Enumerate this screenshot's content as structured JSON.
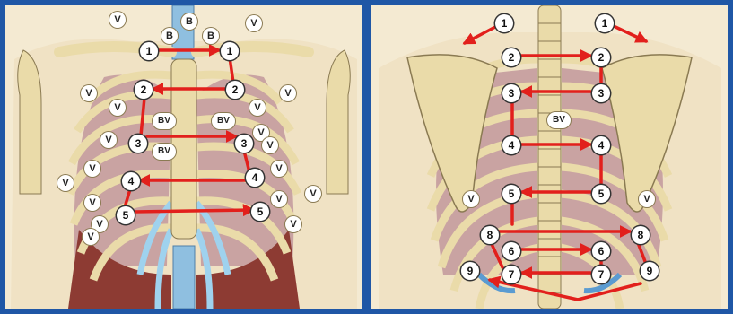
{
  "colors": {
    "frame": "#1f57a6",
    "skin": "#f1e6cd",
    "bone": "#eadba9",
    "bone_outline": "#8a7a52",
    "cartilage": "#9fd2ee",
    "lung": "#c9a3a2",
    "muscle": "#8d3b33",
    "arrow": "#e2201c"
  },
  "left_panel": {
    "view": "anterior",
    "labels": {
      "v": "V",
      "b": "B",
      "bv": "BV"
    },
    "points": [
      "1",
      "1",
      "2",
      "2",
      "3",
      "3",
      "4",
      "4",
      "5",
      "5"
    ]
  },
  "right_panel": {
    "view": "posterior",
    "labels": {
      "v": "V",
      "bv": "BV"
    },
    "points": [
      "1",
      "1",
      "2",
      "2",
      "3",
      "3",
      "4",
      "4",
      "5",
      "5",
      "6",
      "6",
      "7",
      "7",
      "8",
      "8",
      "9",
      "9"
    ]
  }
}
